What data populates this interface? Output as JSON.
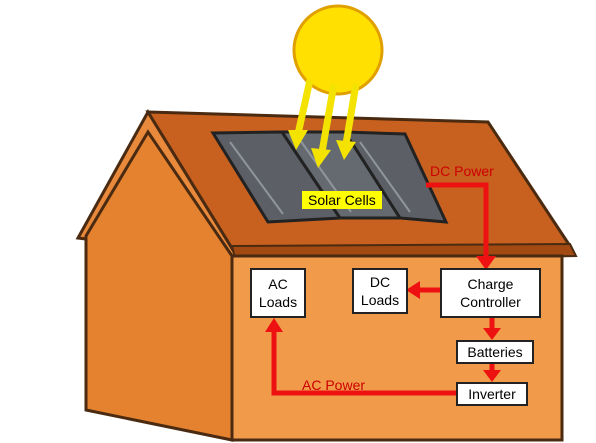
{
  "labels": {
    "solar_cells": "Solar Cells",
    "dc_power": "DC Power",
    "ac_power": "AC Power",
    "ac_loads_line1": "AC",
    "ac_loads_line2": "Loads",
    "dc_loads_line1": "DC",
    "dc_loads_line2": "Loads",
    "charge_line1": "Charge",
    "charge_line2": "Controller",
    "batteries": "Batteries",
    "inverter": "Inverter"
  },
  "colors": {
    "sun": "#ffe000",
    "sun_outline": "#e0a000",
    "roof": "#c8611f",
    "wall": "#f09a4a",
    "outline": "#4a2a10",
    "panel": "#5c6066",
    "flow_arrow": "#ee1111",
    "sun_ray": "#f4e200"
  }
}
